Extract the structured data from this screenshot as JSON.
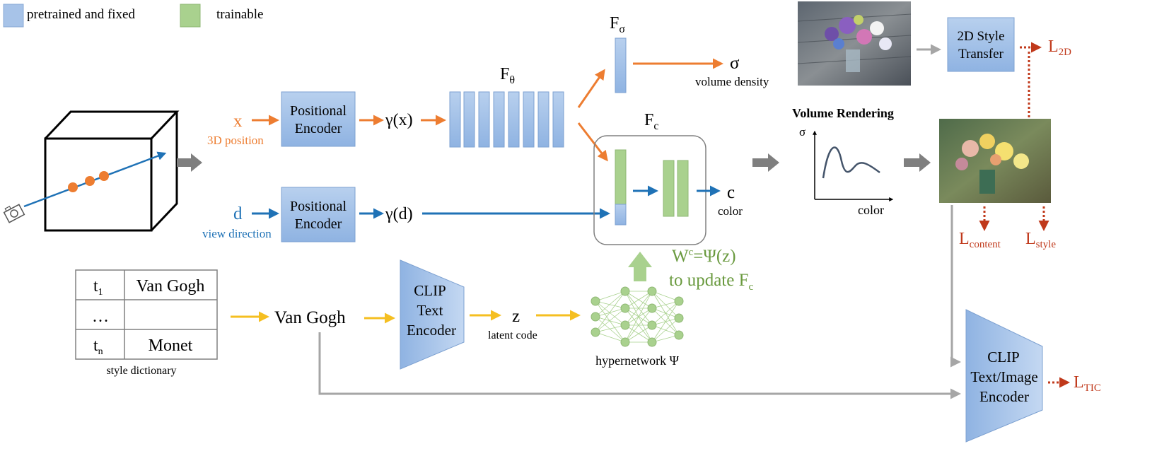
{
  "legend": {
    "fixed_label": "pretrained and fixed",
    "trainable_label": "trainable",
    "fixed_color": "#a7c3e8",
    "trainable_color": "#a9d18e"
  },
  "colors": {
    "orange": "#ed7d31",
    "blue": "#1f72b6",
    "yellow": "#f5bf21",
    "green_text": "#6a9a3f",
    "loss": "#c0391b",
    "gray": "#7f7f7f"
  },
  "inputs": {
    "x_label": "x",
    "x_caption": "3D position",
    "d_label": "d",
    "d_caption": "view direction"
  },
  "encoders": {
    "pos_top_line1": "Positional",
    "pos_top_line2": "Encoder",
    "pos_bottom_line1": "Positional",
    "pos_bottom_line2": "Encoder",
    "gamma_x": "γ(x)",
    "gamma_d": "γ(d)"
  },
  "networks": {
    "f_theta": "F",
    "f_theta_sub": "θ",
    "f_sigma": "F",
    "f_sigma_sub": "σ",
    "f_c": "F",
    "f_c_sub": "c",
    "sigma_out": "σ",
    "sigma_caption": "volume density",
    "c_out": "c",
    "c_caption": "color"
  },
  "rendering": {
    "title": "Volume Rendering",
    "y_axis": "σ",
    "x_axis": "color"
  },
  "style_transfer": {
    "line1": "2D Style",
    "line2": "Transfer"
  },
  "losses": {
    "l2d": "L",
    "l2d_sub": "2D",
    "content": "L",
    "content_sub": "content",
    "style": "L",
    "style_sub": "style",
    "tic": "L",
    "tic_sub": "TIC"
  },
  "dictionary": {
    "rows": [
      {
        "key": "t",
        "key_sub": "1",
        "value": "Van Gogh"
      },
      {
        "key": "…",
        "key_sub": "",
        "value": ""
      },
      {
        "key": "t",
        "key_sub": "n",
        "value": "Monet"
      }
    ],
    "caption": "style dictionary"
  },
  "text_branch": {
    "selected_style": "Van Gogh",
    "clip_line1": "CLIP",
    "clip_line2": "Text",
    "clip_line3": "Encoder",
    "z": "z",
    "z_caption": "latent code",
    "hyper_caption": "hypernetwork Ψ",
    "update_line1": "W",
    "update_sup": "c",
    "update_rest": "=Ψ(z)",
    "update_line2": "to update F",
    "update_sub": "c"
  },
  "clip_image": {
    "line1": "CLIP",
    "line2": "Text/Image",
    "line3": "Encoder"
  }
}
